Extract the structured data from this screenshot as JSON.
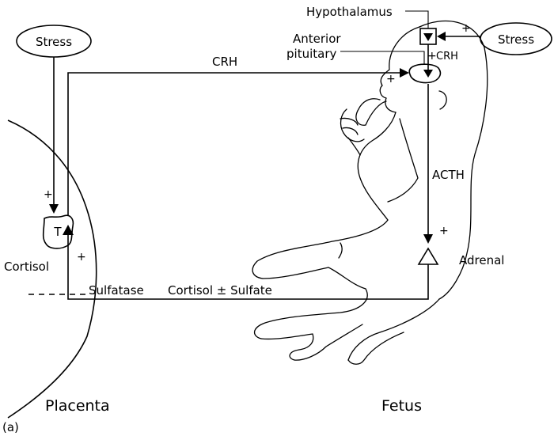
{
  "labels": {
    "stress_left": "Stress",
    "stress_right": "Stress",
    "hypothalamus": "Hypothalamus",
    "anterior_pituitary_line1": "Anterior",
    "anterior_pituitary_line2": "pituitary",
    "crh_main": "CRH",
    "crh_fetal": "CRH",
    "acth": "ACTH",
    "trophoblast": "T",
    "cortisol": "Cortisol",
    "sulfatase": "Sulfatase",
    "cortisol_sulfate": "Cortisol ± Sulfate",
    "adrenal": "Adrenal",
    "placenta": "Placenta",
    "fetus": "Fetus",
    "panel": "(a)"
  },
  "signs": {
    "stimulation": "+"
  }
}
